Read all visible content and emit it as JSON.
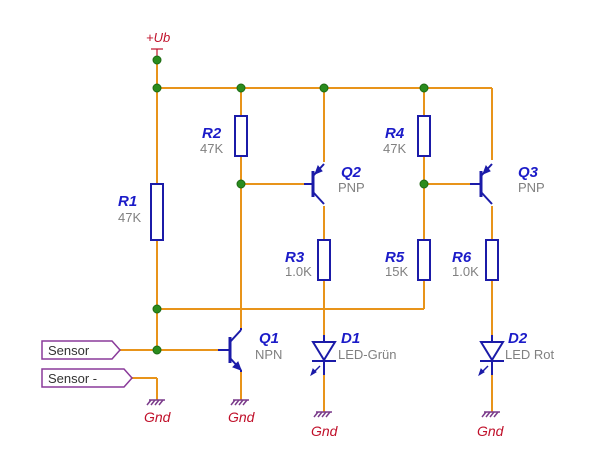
{
  "power_label": "+Ub",
  "ground_label": "Gnd",
  "ports": {
    "sensor_plus": "Sensor",
    "sensor_minus": "Sensor -"
  },
  "components": {
    "R1": {
      "name": "R1",
      "value": "47K"
    },
    "R2": {
      "name": "R2",
      "value": "47K"
    },
    "R3": {
      "name": "R3",
      "value": "1.0K"
    },
    "R4": {
      "name": "R4",
      "value": "47K"
    },
    "R5": {
      "name": "R5",
      "value": "15K"
    },
    "R6": {
      "name": "R6",
      "value": "1.0K"
    },
    "Q1": {
      "name": "Q1",
      "type": "NPN"
    },
    "Q2": {
      "name": "Q2",
      "type": "PNP"
    },
    "Q3": {
      "name": "Q3",
      "type": "PNP"
    },
    "D1": {
      "name": "D1",
      "value": "LED-Grün"
    },
    "D2": {
      "name": "D2",
      "value": "LED Rot"
    }
  },
  "colors": {
    "wire": "#E8941A",
    "component": "#1B1BA8",
    "node": "#2A8C1E",
    "label": "#1B1BC8",
    "ground": "#C0102A"
  }
}
